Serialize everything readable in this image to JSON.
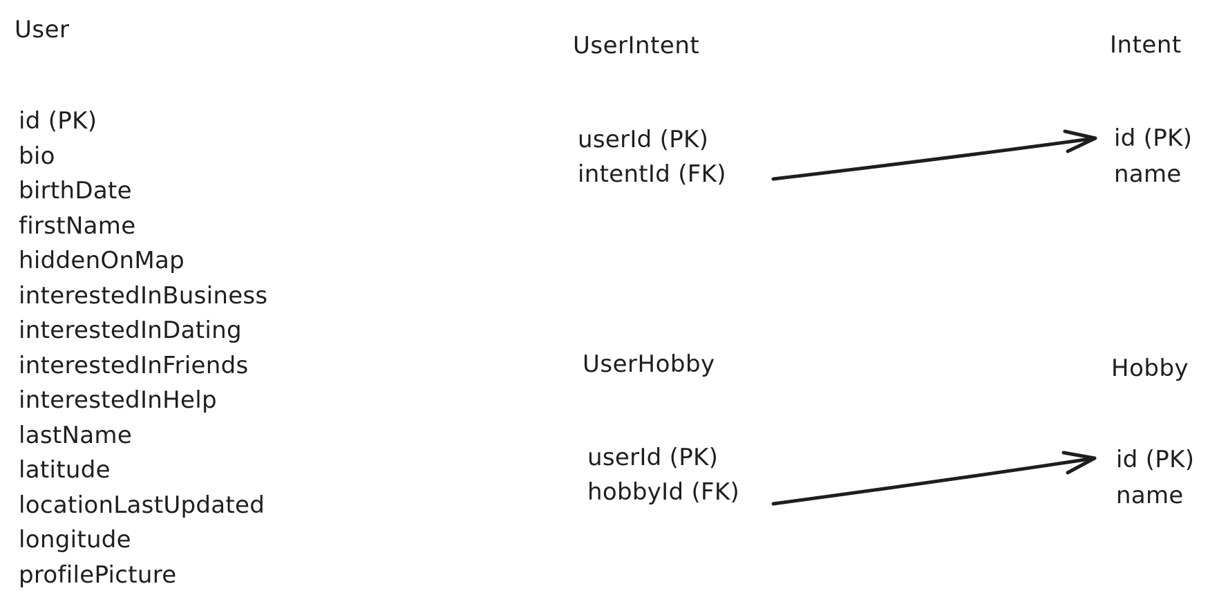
{
  "tables": {
    "user": {
      "title": "User",
      "fields": [
        "id (PK)",
        "bio",
        "birthDate",
        "firstName",
        "hiddenOnMap",
        "interestedInBusiness",
        "interestedInDating",
        "interestedInFriends",
        "interestedInHelp",
        "lastName",
        "latitude",
        "locationLastUpdated",
        "longitude",
        "profilePicture"
      ]
    },
    "userIntent": {
      "title": "UserIntent",
      "fields": [
        "userId (PK)",
        "intentId (FK)"
      ]
    },
    "intent": {
      "title": "Intent",
      "fields": [
        "id (PK)",
        "name"
      ]
    },
    "userHobby": {
      "title": "UserHobby",
      "fields": [
        "userId (PK)",
        "hobbyId (FK)"
      ]
    },
    "hobby": {
      "title": "Hobby",
      "fields": [
        "id (PK)",
        "name"
      ]
    }
  },
  "relations": [
    {
      "from": "userIntent.intentId",
      "to": "intent.id"
    },
    {
      "from": "userHobby.hobbyId",
      "to": "hobby.id"
    }
  ],
  "colors": {
    "ink": "#1e1e1e",
    "background": "#ffffff"
  }
}
